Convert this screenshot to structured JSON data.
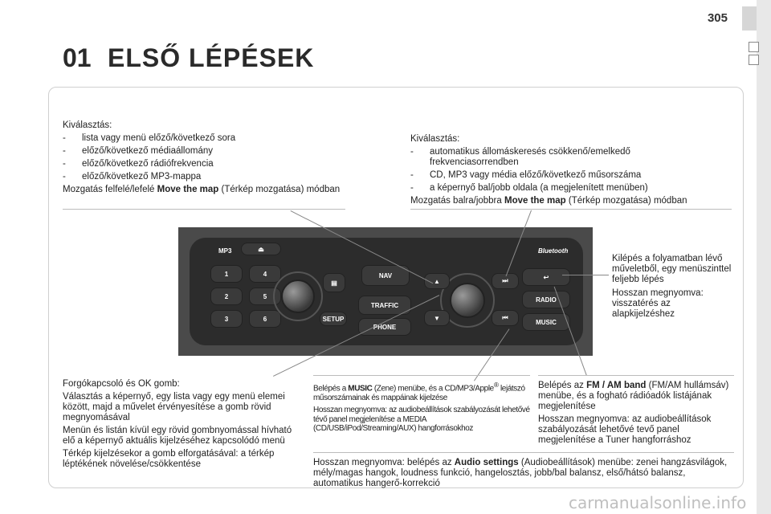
{
  "page_number": "305",
  "chapter_number": "01",
  "chapter_title": "ELSŐ LÉPÉSEK",
  "top_left": {
    "heading": "Kiválasztás:",
    "items": [
      "lista vagy menü előző/következő sora",
      "előző/következő médiaállomány",
      "előző/következő rádiófrekvencia",
      "előző/következő MP3-mappa"
    ],
    "move_pre": "Mozgatás felfelé/lefelé ",
    "move_bold": "Move the map",
    "move_post": " (Térkép mozgatása) módban"
  },
  "top_right": {
    "heading": "Kiválasztás:",
    "items": [
      "automatikus állomáskeresés csökkenő/emelkedő frekvenciasorrendben",
      "CD, MP3 vagy média előző/következő műsorszáma",
      "a képernyő bal/jobb oldala (a megjelenített menüben)"
    ],
    "move_pre": "Mozgatás balra/jobbra ",
    "move_bold": "Move the map",
    "move_post": " (Térkép mozgatása) módban"
  },
  "right_side": {
    "p1": "Kilépés a folyamatban lévő műveletből, egy menüszinttel feljebb lépés",
    "p2": "Hosszan megnyomva: visszatérés az alapkijelzéshez"
  },
  "bottom_left": {
    "p1": "Forgókapcsoló és OK gomb:",
    "p2": "Választás a képernyő, egy lista vagy egy menü elemei között, majd a művelet érvényesítése a gomb rövid megnyomásával",
    "p3": "Menün és listán kívül egy rövid gombnyomással hívható elő a képernyő aktuális kijelzéséhez kapcsolódó menü",
    "p4": "Térkép kijelzésekor a gomb elforgatásával: a térkép léptékének növelése/csökkentése"
  },
  "bottom_mid": {
    "p1_pre": "Belépés a ",
    "p1_bold": "MUSIC",
    "p1_post": " (Zene) menübe, és a CD/MP3/Apple",
    "p1_sup": "®",
    "p1_end": " lejátszó műsorszámainak és mappáinak kijelzése",
    "p2": "Hosszan megnyomva: az audiobeállítások szabályozását lehetővé tévő panel megjelenítése a MEDIA (CD/USB/iPod/Streaming/AUX) hangforrásokhoz"
  },
  "bottom_right": {
    "p1_pre": "Belépés az ",
    "p1_bold": "FM / AM band",
    "p1_post": " (FM/AM hullámsáv) menübe, és a fogható rádióadók listájának megjelenítése",
    "p2": "Hosszan megnyomva: az audiobeállítások szabályozását lehetővé tevő panel megjelenítése a Tuner hangforráshoz"
  },
  "bottom_long": {
    "pre": "Hosszan megnyomva: belépés az ",
    "bold": "Audio settings",
    "post": " (Audiobeállítások) menübe: zenei hangzásvilágok, mély/magas hangok, loudness funkció, hangelosztás, jobb/bal balansz, első/hátsó balansz, automatikus hangerő-korrekció"
  },
  "panel_labels": {
    "mp3": "MP3",
    "bluetooth": "Bluetooth",
    "nav": "NAV",
    "traffic": "TRAFFIC",
    "phone": "PHONE",
    "setup": "SETUP",
    "radio": "RADIO",
    "music": "MUSIC",
    "b1": "1",
    "b2": "2",
    "b3": "3",
    "b4": "4",
    "b5": "5",
    "b6": "6"
  },
  "watermark": "carmanualsonline.info"
}
